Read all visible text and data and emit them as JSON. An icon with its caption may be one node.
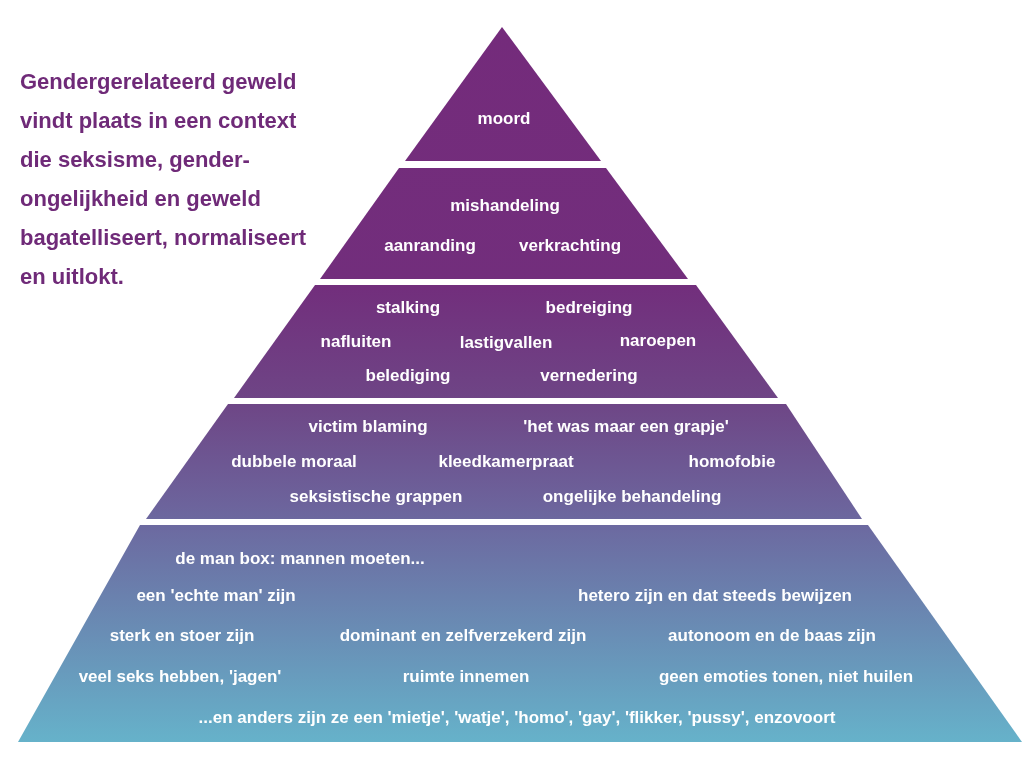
{
  "diagram": {
    "nodes": [
      {
        "text": [
          "moord"
        ]
      },
      {
        "text": [
          "mishandeling",
          "aanranding",
          "verkrachting"
        ]
      },
      {
        "text": [
          "stalking",
          "bedreiging",
          "nafluiten",
          "lastigvallen",
          "naroepen",
          "belediging",
          "vernedering"
        ]
      },
      {
        "text": [
          "victim blaming",
          "'het was maar een grapje'",
          "dubbele moraal",
          "kleedkamerpraat",
          "homofobie",
          "seksistische grappen",
          "ongelijke behandeling"
        ]
      },
      {
        "text": [
          "de **man box**: mannen moeten...",
          "een 'echte man' zijn",
          "hetero zijn en dat steeds bewijzen",
          "sterk en stoer zijn",
          "dominant en zelfverzekerd zijn",
          "autonoom en de baas zijn",
          "veel seks hebben, 'jagen'",
          "ruimte innemen",
          "geen emoties tonen, niet huilen",
          "...en anders zijn ze een 'mietje', 'watje', 'homo', 'gay', 'flikker, 'pussy', enzovoort"
        ]
      }
    ],
    "labels": [
      "Gendergerelateerd geweld vindt plaats in een context die seksisme, gender-ongelijkheid en geweld bagatelliseert, normaliseert en uitlokt."
    ]
  }
}
